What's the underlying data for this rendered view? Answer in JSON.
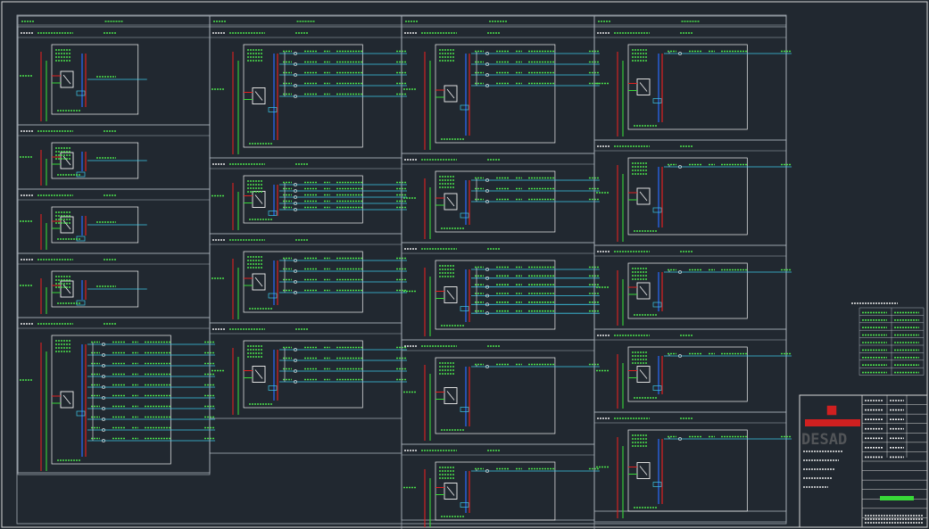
{
  "sheet": {
    "background": "#212830"
  },
  "colors": {
    "frame": "#d8d8d8",
    "grid": "#a8b0b8",
    "text_green": "#4be04b",
    "text_white": "#e8e8e8",
    "wire_red": "#e02020",
    "wire_green": "#38d838",
    "wire_blue": "#2a6cff",
    "wire_cyan": "#3cc8e8",
    "device_white": "#f2f2f2",
    "logo_red": "#d02020"
  },
  "columns": [
    {
      "panels": [
        {
          "type": "transfer",
          "feeders": 0
        },
        {
          "type": "transfer",
          "feeders": 0
        },
        {
          "type": "transfer",
          "feeders": 0
        },
        {
          "type": "transfer",
          "feeders": 0
        },
        {
          "type": "multi",
          "feeders": 10
        }
      ]
    },
    {
      "panels": [
        {
          "type": "multi",
          "feeders": 5
        },
        {
          "type": "multi",
          "feeders": 5
        },
        {
          "type": "multi",
          "feeders": 4
        },
        {
          "type": "multi",
          "feeders": 4
        }
      ]
    },
    {
      "panels": [
        {
          "type": "multi",
          "feeders": 4
        },
        {
          "type": "multi",
          "feeders": 3
        },
        {
          "type": "multi",
          "feeders": 6
        },
        {
          "type": "single",
          "feeders": 1
        },
        {
          "type": "single",
          "feeders": 1
        }
      ]
    },
    {
      "panels": [
        {
          "type": "single",
          "feeders": 1
        },
        {
          "type": "single",
          "feeders": 1
        },
        {
          "type": "single",
          "feeders": 1
        },
        {
          "type": "single",
          "feeders": 1
        },
        {
          "type": "single",
          "feeders": 1
        }
      ]
    }
  ],
  "legend_table": {
    "rows": 9,
    "cols": 2
  },
  "title_block": {
    "logo_letters": "DESAD"
  }
}
